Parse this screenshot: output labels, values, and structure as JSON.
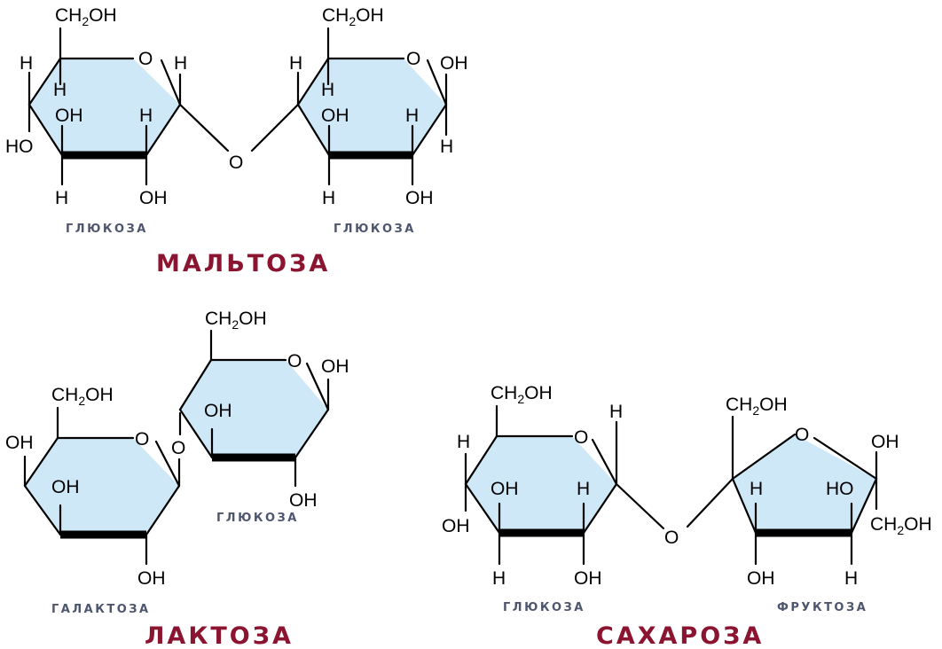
{
  "colors": {
    "ring_fill": "#cfe8f8",
    "title": "#8b1530",
    "caption": "#4d566e",
    "bond": "#000000"
  },
  "maltose": {
    "title": "МАЛЬТОЗА",
    "left_caption": "ГЛЮКОЗА",
    "right_caption": "ГЛЮКОЗА",
    "link_atom": "O",
    "left_ring": {
      "ch2oh": "CH2OH",
      "ring_o": "O",
      "a1": "H",
      "a2": "H",
      "a3": "OH",
      "a4": "H",
      "a5": "HO",
      "a6": "H",
      "a7": "OH",
      "a8": "H"
    },
    "right_ring": {
      "ch2oh": "CH2OH",
      "ring_o": "O",
      "a1": "H",
      "a2": "H",
      "a3": "OH",
      "a4": "H",
      "a5": "OH",
      "a6": "H",
      "a7": "OH",
      "a8": "H"
    }
  },
  "lactose": {
    "title": "ЛАКТОЗА",
    "left_caption": "ГАЛАКТОЗА",
    "right_caption": "ГЛЮКОЗА",
    "link_atom": "O",
    "left_ring": {
      "ch2oh": "CH2OH",
      "ring_o": "O",
      "a1": "OH",
      "a2": "OH",
      "a3": "OH"
    },
    "right_ring": {
      "ch2oh": "CH2OH",
      "ring_o": "O",
      "a1": "OH",
      "a2": "OH",
      "a3": "OH"
    }
  },
  "sucrose": {
    "title": "САХАРОЗА",
    "left_caption": "ГЛЮКОЗА",
    "right_caption": "ФРУКТОЗА",
    "link_atom": "O",
    "left_ring": {
      "ch2oh": "CH2OH",
      "ring_o": "O",
      "a1": "H",
      "a2": "H",
      "a3": "OH",
      "a4": "H",
      "a5": "OH",
      "a6": "H",
      "a7": "OH"
    },
    "right_ring": {
      "ch2oh": "CH2OH",
      "ring_o": "O",
      "a1": "OH",
      "a2": "H",
      "a3": "HO",
      "a4": "CH2OH",
      "a5": "OH",
      "a6": "H"
    }
  }
}
